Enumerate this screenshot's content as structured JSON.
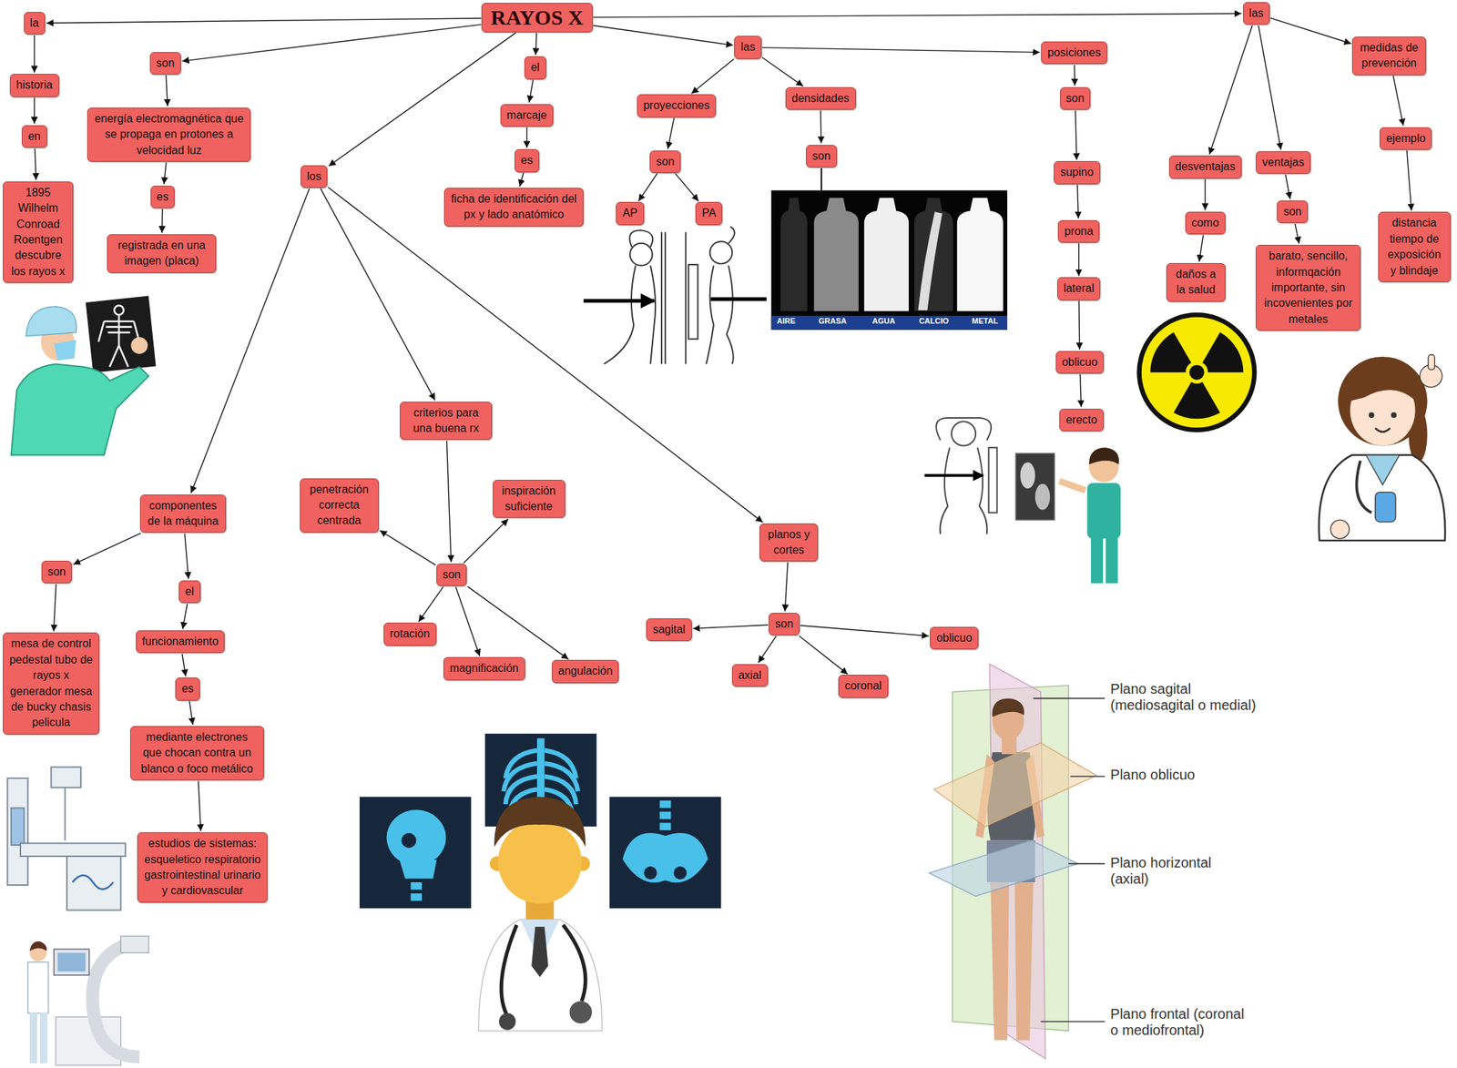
{
  "diagram": {
    "nodes": [
      {
        "text": [
          "RAYOS X"
        ]
      },
      {
        "text": [
          "la"
        ]
      },
      {
        "text": [
          "historia"
        ]
      },
      {
        "text": [
          "en"
        ]
      },
      {
        "text": [
          "1895 Wilhelm Conroad Roentgen descubre los rayos x"
        ]
      },
      {
        "text": [
          "son"
        ]
      },
      {
        "text": [
          "energía electromagnética que se propaga en protones a velocidad luz"
        ]
      },
      {
        "text": [
          "es"
        ]
      },
      {
        "text": [
          "registrada en una imagen (placa)"
        ]
      },
      {
        "text": [
          "el"
        ]
      },
      {
        "text": [
          "marcaje"
        ]
      },
      {
        "text": [
          "es"
        ]
      },
      {
        "text": [
          "ficha de identificación del px y lado anatómico"
        ]
      },
      {
        "text": [
          "los"
        ]
      },
      {
        "text": [
          "las"
        ]
      },
      {
        "text": [
          "proyecciones"
        ]
      },
      {
        "text": [
          "densidades"
        ]
      },
      {
        "text": [
          "son"
        ]
      },
      {
        "text": [
          "AP"
        ]
      },
      {
        "text": [
          "PA"
        ]
      },
      {
        "text": [
          "son"
        ]
      },
      {
        "text": [
          "posiciones"
        ]
      },
      {
        "text": [
          "son"
        ]
      },
      {
        "text": [
          "supino"
        ]
      },
      {
        "text": [
          "prona"
        ]
      },
      {
        "text": [
          "lateral"
        ]
      },
      {
        "text": [
          "oblicuo"
        ]
      },
      {
        "text": [
          "erecto"
        ]
      },
      {
        "text": [
          "las"
        ]
      },
      {
        "text": [
          "desventajas"
        ]
      },
      {
        "text": [
          "como"
        ]
      },
      {
        "text": [
          "daños a la salud"
        ]
      },
      {
        "text": [
          "ventajas"
        ]
      },
      {
        "text": [
          "son"
        ]
      },
      {
        "text": [
          "barato, sencillo, informqación importante, sin incovenientes por metales"
        ]
      },
      {
        "text": [
          "medidas de prevención"
        ]
      },
      {
        "text": [
          "ejemplo"
        ]
      },
      {
        "text": [
          "distancia tiempo de exposición y blindaje"
        ]
      },
      {
        "text": [
          "componentes de la máquina"
        ]
      },
      {
        "text": [
          "son"
        ]
      },
      {
        "text": [
          "mesa de control pedestal tubo de rayos x generador mesa de bucky chasis pelicula"
        ]
      },
      {
        "text": [
          "el"
        ]
      },
      {
        "text": [
          "funcionamiento"
        ]
      },
      {
        "text": [
          "es"
        ]
      },
      {
        "text": [
          "mediante electrones que chocan contra un blanco o foco metálico"
        ]
      },
      {
        "text": [
          "estudios de sistemas: esqueletico respiratorio gastrointestinal urinario y cardiovascular"
        ]
      },
      {
        "text": [
          "criterios para una buena rx"
        ]
      },
      {
        "text": [
          "son"
        ]
      },
      {
        "text": [
          "penetración correcta centrada"
        ]
      },
      {
        "text": [
          "inspiración suficiente"
        ]
      },
      {
        "text": [
          "rotación"
        ]
      },
      {
        "text": [
          "magnificación"
        ]
      },
      {
        "text": [
          "angulación"
        ]
      },
      {
        "text": [
          "planos y cortes"
        ]
      },
      {
        "text": [
          "son"
        ]
      },
      {
        "text": [
          "sagital"
        ]
      },
      {
        "text": [
          "oblicuo"
        ]
      },
      {
        "text": [
          "axial"
        ]
      },
      {
        "text": [
          "coronal"
        ]
      }
    ],
    "edges": [
      {
        "from": 0,
        "to": 1,
        "arrow": "to"
      },
      {
        "from": 0,
        "to": 5,
        "arrow": "to"
      },
      {
        "from": 0,
        "to": 9,
        "arrow": "to"
      },
      {
        "from": 0,
        "to": 13,
        "arrow": "to"
      },
      {
        "from": 0,
        "to": 14,
        "arrow": "to"
      },
      {
        "from": 0,
        "to": 28,
        "arrow": "to"
      },
      {
        "from": 1,
        "to": 2,
        "arrow": "to"
      },
      {
        "from": 2,
        "to": 3,
        "arrow": "to"
      },
      {
        "from": 3,
        "to": 4,
        "arrow": "to"
      },
      {
        "from": 5,
        "to": 6,
        "arrow": "to"
      },
      {
        "from": 6,
        "to": 7,
        "arrow": "to"
      },
      {
        "from": 7,
        "to": 8,
        "arrow": "to"
      },
      {
        "from": 9,
        "to": 10,
        "arrow": "to"
      },
      {
        "from": 10,
        "to": 11,
        "arrow": "to"
      },
      {
        "from": 11,
        "to": 12,
        "arrow": "to"
      },
      {
        "from": 14,
        "to": 15,
        "arrow": "to"
      },
      {
        "from": 14,
        "to": 16,
        "arrow": "to"
      },
      {
        "from": 14,
        "to": 21,
        "arrow": "to"
      },
      {
        "from": 15,
        "to": 17,
        "arrow": "to"
      },
      {
        "from": 17,
        "to": 18,
        "arrow": "to"
      },
      {
        "from": 17,
        "to": 19,
        "arrow": "to"
      },
      {
        "from": 16,
        "to": 20,
        "arrow": "to"
      },
      {
        "from": 21,
        "to": 22,
        "arrow": "to"
      },
      {
        "from": 22,
        "to": 23,
        "arrow": "to"
      },
      {
        "from": 23,
        "to": 24,
        "arrow": "to"
      },
      {
        "from": 24,
        "to": 25,
        "arrow": "to"
      },
      {
        "from": 25,
        "to": 26,
        "arrow": "to"
      },
      {
        "from": 26,
        "to": 27,
        "arrow": "to"
      },
      {
        "from": 28,
        "to": 29,
        "arrow": "to"
      },
      {
        "from": 28,
        "to": 32,
        "arrow": "to"
      },
      {
        "from": 28,
        "to": 35,
        "arrow": "to"
      },
      {
        "from": 29,
        "to": 30,
        "arrow": "to"
      },
      {
        "from": 30,
        "to": 31,
        "arrow": "to"
      },
      {
        "from": 32,
        "to": 33,
        "arrow": "to"
      },
      {
        "from": 33,
        "to": 34,
        "arrow": "to"
      },
      {
        "from": 35,
        "to": 36,
        "arrow": "to"
      },
      {
        "from": 36,
        "to": 37,
        "arrow": "to"
      },
      {
        "from": 13,
        "to": 38,
        "arrow": "to"
      },
      {
        "from": 13,
        "to": 46,
        "arrow": "to"
      },
      {
        "from": 13,
        "to": 53,
        "arrow": "to"
      },
      {
        "from": 38,
        "to": 39,
        "arrow": "to"
      },
      {
        "from": 39,
        "to": 40,
        "arrow": "to"
      },
      {
        "from": 38,
        "to": 41,
        "arrow": "to"
      },
      {
        "from": 41,
        "to": 42,
        "arrow": "to"
      },
      {
        "from": 42,
        "to": 43,
        "arrow": "to"
      },
      {
        "from": 43,
        "to": 44,
        "arrow": "to"
      },
      {
        "from": 44,
        "to": 45,
        "arrow": "to"
      },
      {
        "from": 46,
        "to": 47,
        "arrow": "to"
      },
      {
        "from": 47,
        "to": 48,
        "arrow": "to"
      },
      {
        "from": 47,
        "to": 49,
        "arrow": "to"
      },
      {
        "from": 47,
        "to": 50,
        "arrow": "to"
      },
      {
        "from": 47,
        "to": 51,
        "arrow": "to"
      },
      {
        "from": 47,
        "to": 52,
        "arrow": "to"
      },
      {
        "from": 53,
        "to": 54,
        "arrow": "to"
      },
      {
        "from": 54,
        "to": 55,
        "arrow": "to"
      },
      {
        "from": 54,
        "to": 57,
        "arrow": "to"
      },
      {
        "from": 54,
        "to": 58,
        "arrow": "to"
      },
      {
        "from": 54,
        "to": 56,
        "arrow": "to"
      }
    ],
    "labels": [
      "AIRE",
      "GRASA",
      "AGUA",
      "CALCIO",
      "METAL",
      "Plano sagital (mediosagital o medial)",
      "Plano oblicuo",
      "Plano horizontal (axial)",
      "Plano frontal (coronal o mediofrontal)"
    ]
  }
}
